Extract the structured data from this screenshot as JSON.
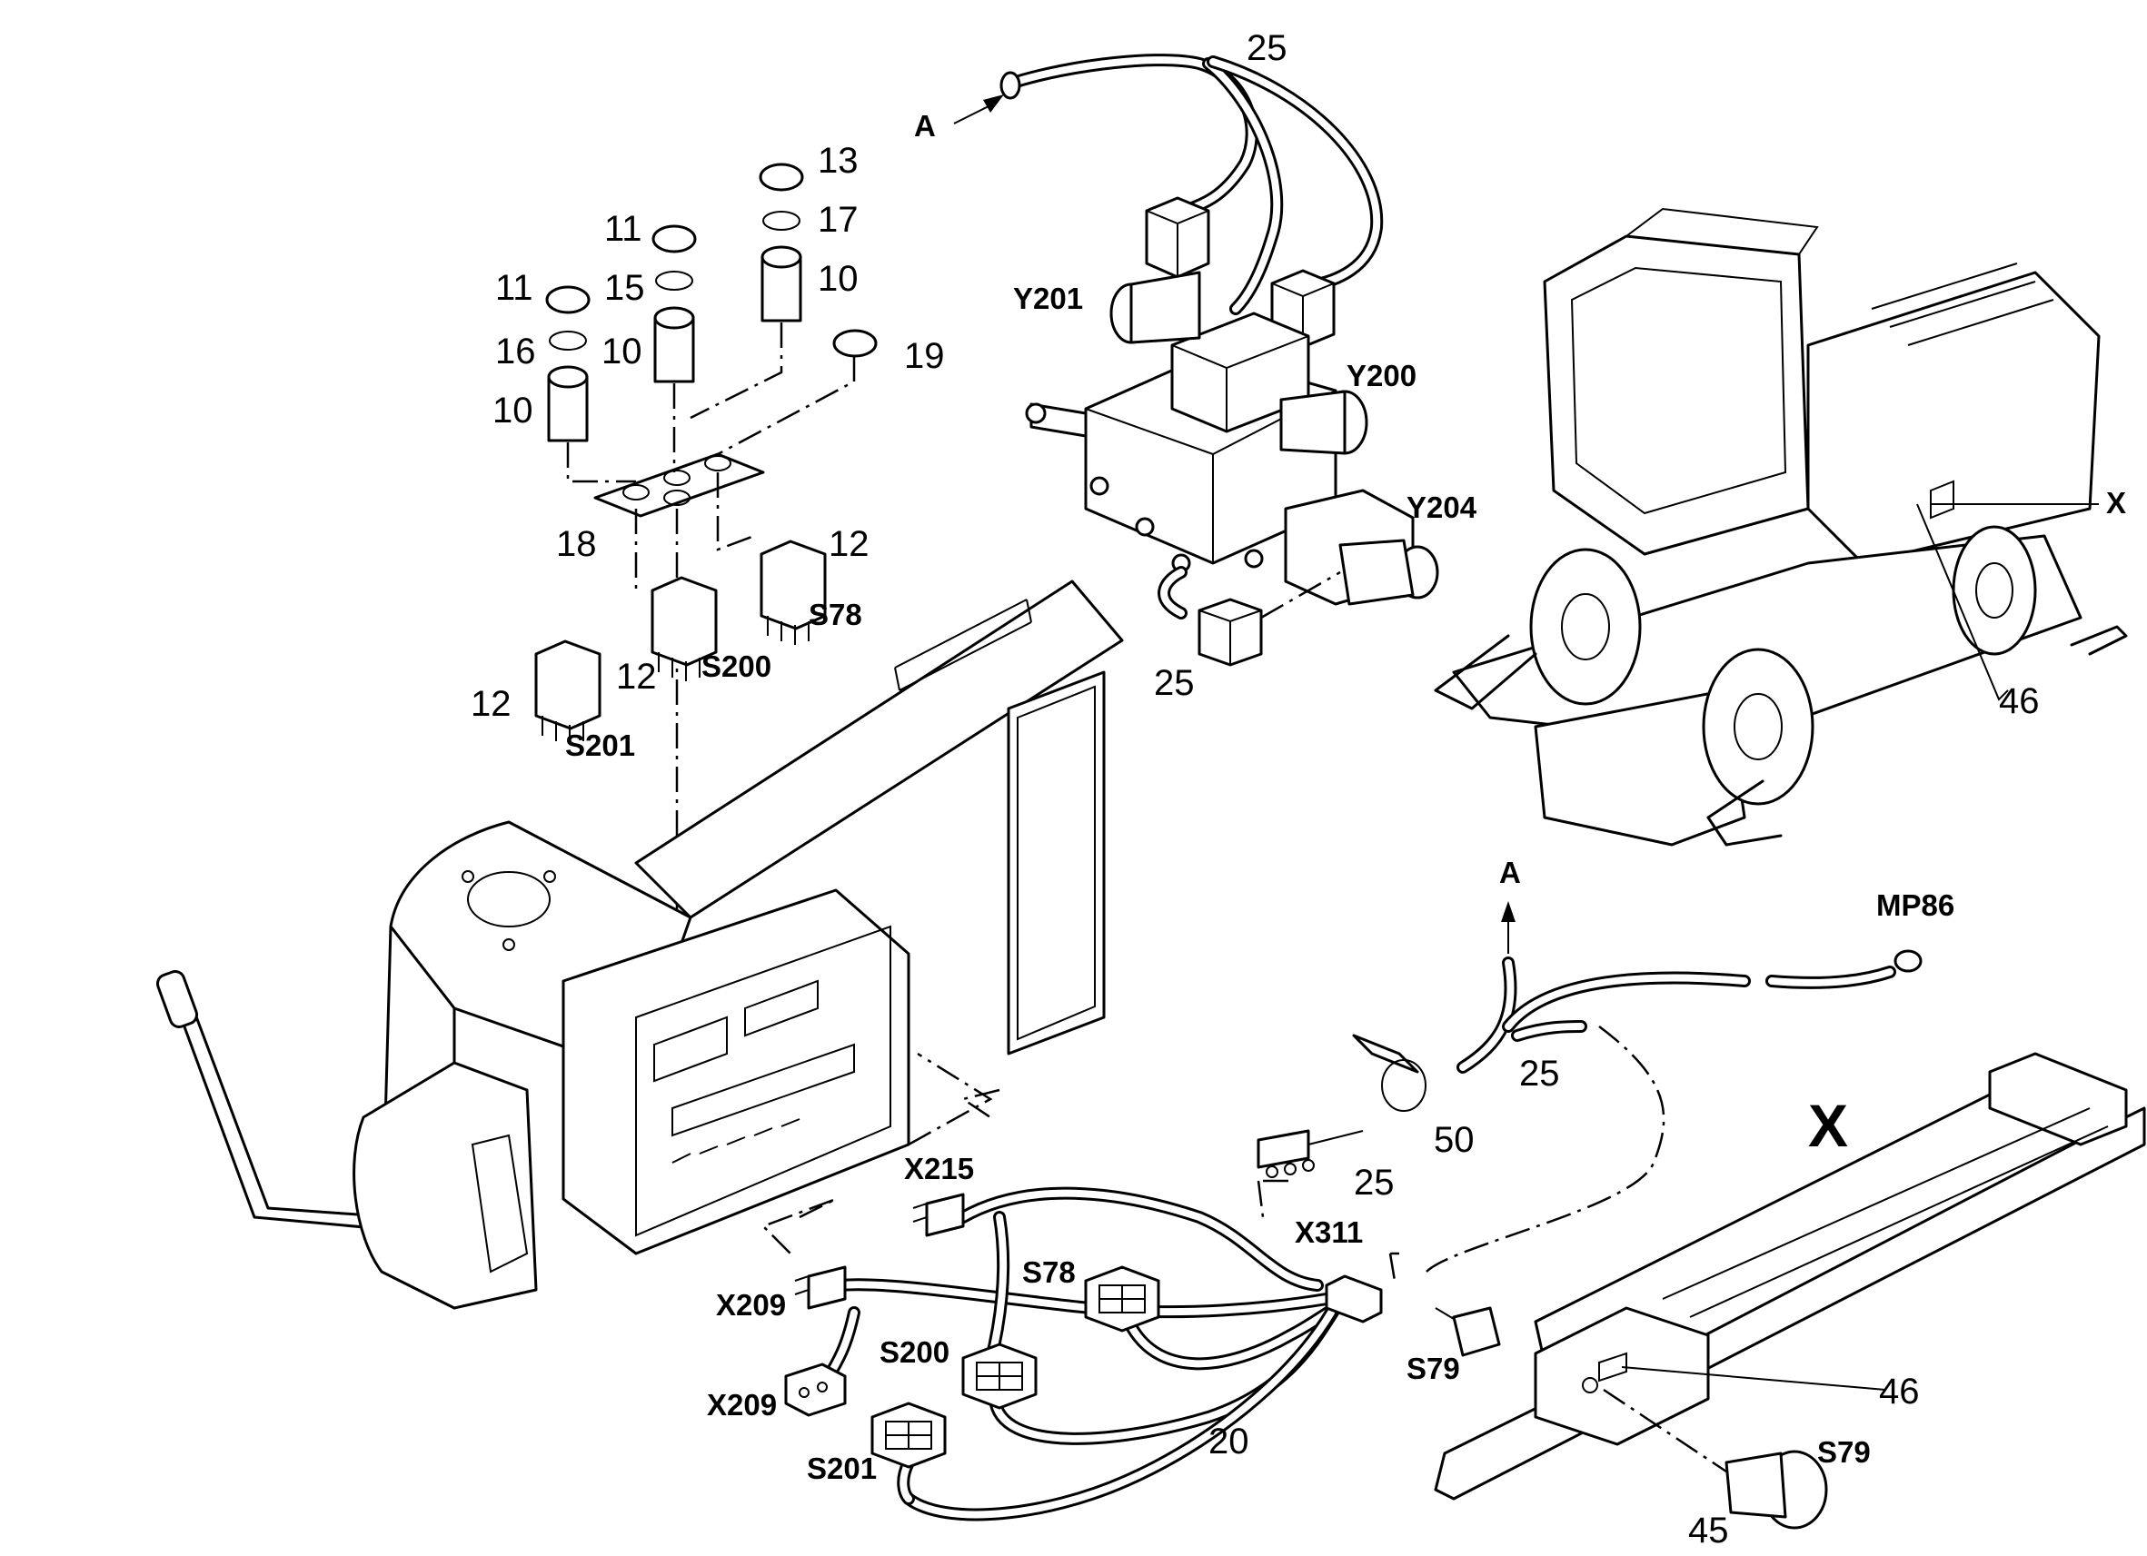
{
  "labels": {
    "n25_top": "25",
    "arrow_a_top": "A",
    "n13": "13",
    "n17": "17",
    "n10_c": "10",
    "n11_b": "11",
    "n15": "15",
    "n11_a": "11",
    "n16": "16",
    "n10_b": "10",
    "n10_a": "10",
    "n19": "19",
    "y201": "Y201",
    "y200": "Y200",
    "y204": "Y204",
    "n18": "18",
    "n12_s78": "12",
    "s78_top": "S78",
    "n12_s200": "12",
    "s200_top": "S200",
    "n12_s201": "12",
    "s201_top": "S201",
    "n25_valve": "25",
    "x_marker": "X",
    "n46_machine": "46",
    "arrow_a_bottom": "A",
    "mp86": "MP86",
    "n25_branch": "25",
    "n50": "50",
    "n25_plug": "25",
    "x311": "X311",
    "x215": "X215",
    "s78_bottom": "S78",
    "x209_a": "X209",
    "s200_bottom": "S200",
    "x209_b": "X209",
    "s201_bottom": "S201",
    "n20": "20",
    "x_detail": "X",
    "s79_left": "S79",
    "n46_detail": "46",
    "s79_right": "S79",
    "n45": "45"
  }
}
